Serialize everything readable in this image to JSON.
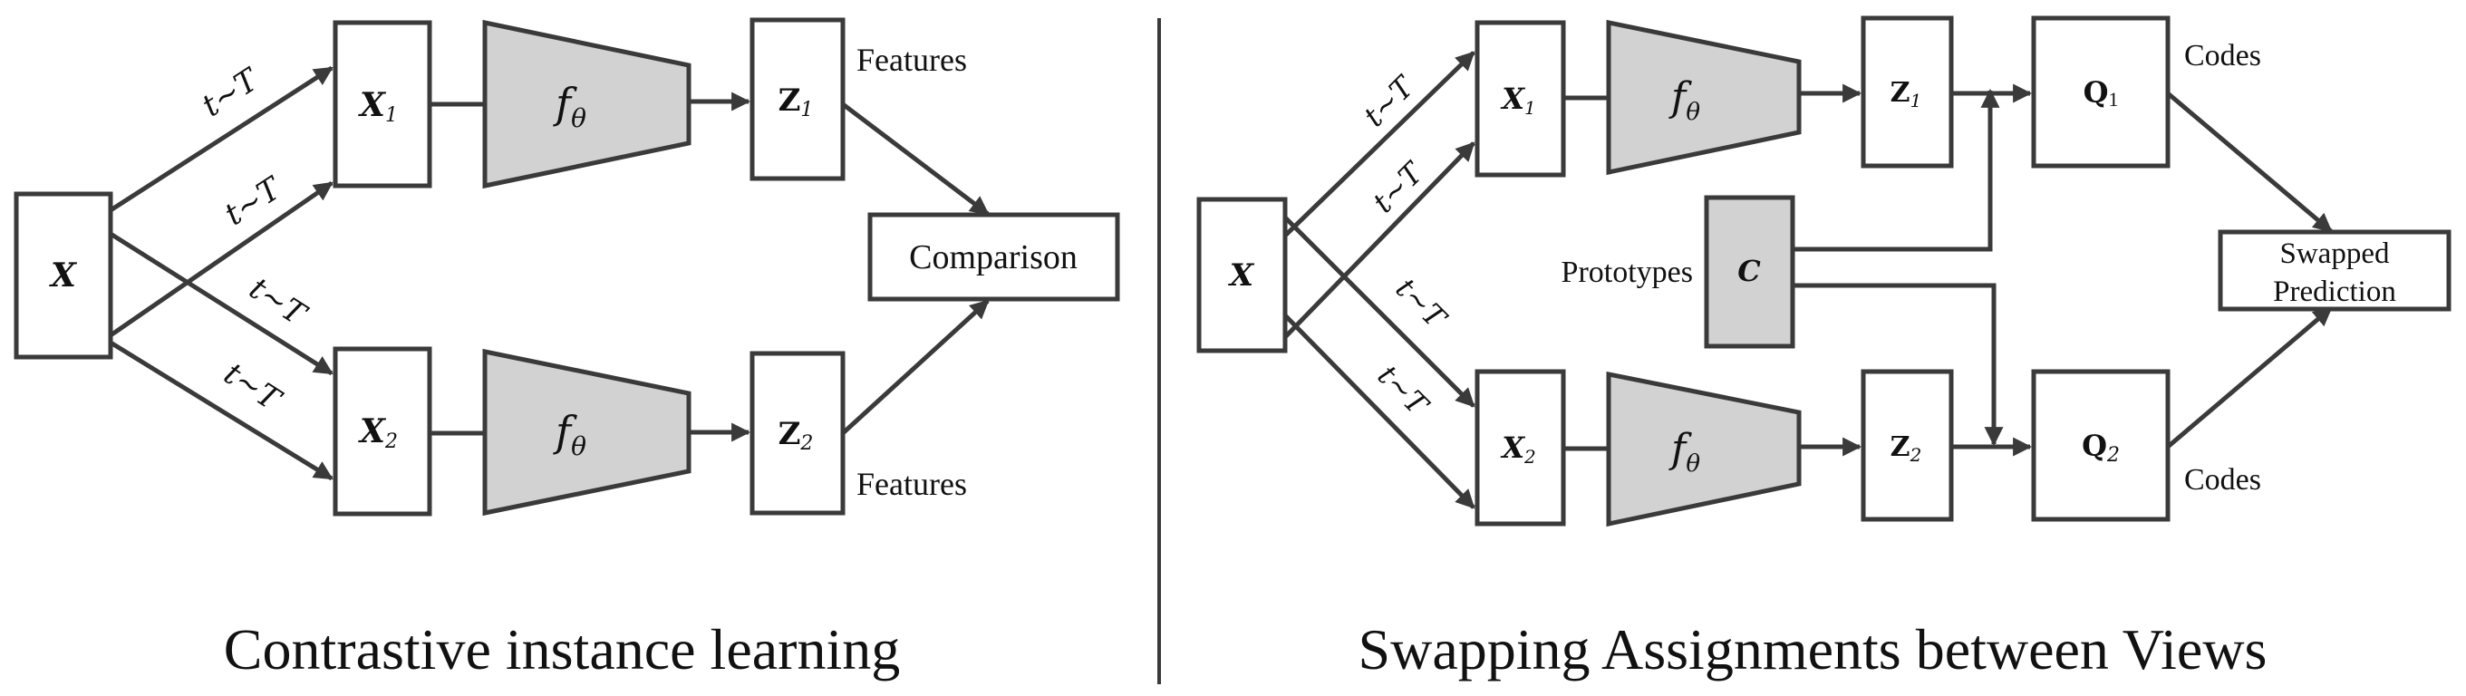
{
  "left_panel": {
    "caption": "Contrastive instance learning",
    "input_node": "X",
    "view_1": {
      "symbol": "X",
      "sub": "1"
    },
    "view_2": {
      "symbol": "X",
      "sub": "2"
    },
    "encoder_1": {
      "symbol": "f",
      "sub": "θ"
    },
    "encoder_2": {
      "symbol": "f",
      "sub": "θ"
    },
    "feature_1": {
      "symbol": "Z",
      "sub": "1"
    },
    "feature_2": {
      "symbol": "Z",
      "sub": "2"
    },
    "features_label_top": "Features",
    "features_label_bottom": "Features",
    "comparison": "Comparison",
    "aug_labels": [
      "t~T",
      "t~T",
      "t~T",
      "t~T"
    ]
  },
  "right_panel": {
    "caption": "Swapping Assignments between Views",
    "input_node": "X",
    "view_1": {
      "symbol": "X",
      "sub": "1"
    },
    "view_2": {
      "symbol": "X",
      "sub": "2"
    },
    "encoder_1": {
      "symbol": "f",
      "sub": "θ"
    },
    "encoder_2": {
      "symbol": "f",
      "sub": "θ"
    },
    "feature_1": {
      "symbol": "Z",
      "sub": "1"
    },
    "feature_2": {
      "symbol": "Z",
      "sub": "2"
    },
    "code_1": {
      "symbol": "Q",
      "sub": "1"
    },
    "code_2": {
      "symbol": "Q",
      "sub": "2"
    },
    "prototypes_label": "Prototypes",
    "prototypes_node": "C",
    "codes_label_top": "Codes",
    "codes_label_bottom": "Codes",
    "swapped_line1": "Swapped",
    "swapped_line2": "Prediction",
    "aug_labels": [
      "t~T",
      "t~T",
      "t~T",
      "t~T"
    ]
  }
}
